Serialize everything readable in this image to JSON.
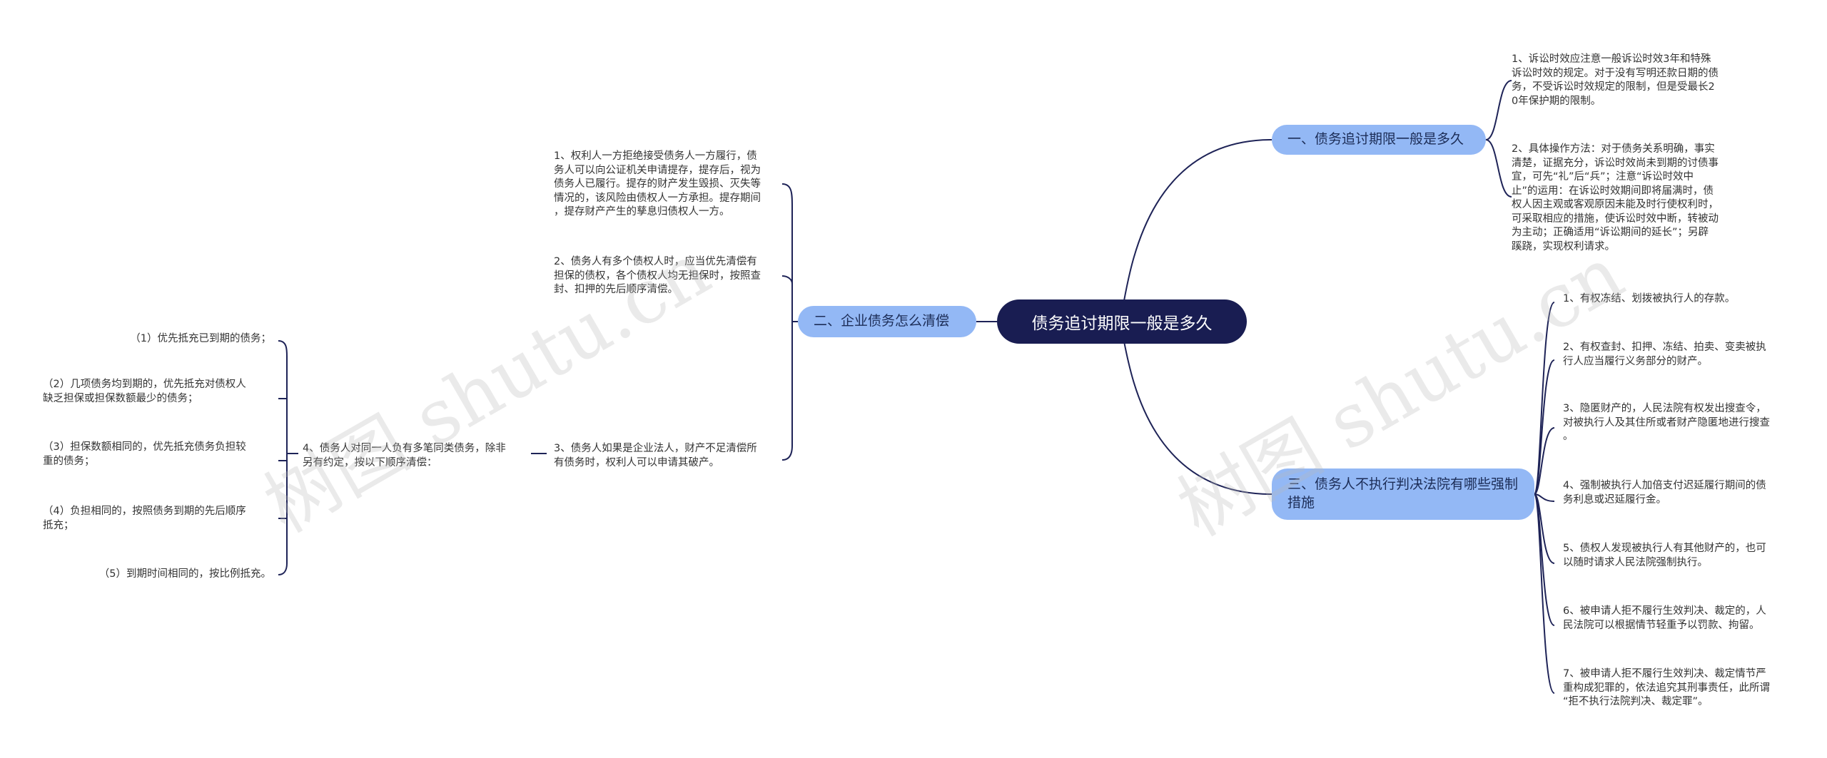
{
  "root": {
    "label": "债务追讨期限一般是多久"
  },
  "branches": {
    "b1": {
      "label": "一、债务追讨期限一般是多久"
    },
    "b2": {
      "label": "二、企业债务怎么清偿"
    },
    "b3": {
      "label": "三、债务人不执行判决法院有哪些强制措施"
    }
  },
  "leaves": {
    "b1_1": "1、诉讼时效应注意一般诉讼时效3年和特殊\n诉讼时效的规定。对于没有写明还款日期的债\n务，不受诉讼时效规定的限制，但是受最长2\n0年保护期的限制。",
    "b1_2": "2、具体操作方法：对于债务关系明确，事实\n清楚，证据充分，诉讼时效尚未到期的讨债事\n宜，可先“礼”后“兵”；注意“诉讼时效中\n止”的运用：在诉讼时效期间即将届满时，债\n权人因主观或客观原因未能及时行使权利时，\n可采取相应的措施，使诉讼时效中断，转被动\n为主动；正确适用“诉讼期间的延长”；另辟\n蹊跷，实现权利请求。",
    "b2_1": "1、权利人一方拒绝接受债务人一方履行，债\n务人可以向公证机关申请提存，提存后，视为\n债务人已履行。提存的财产发生毁损、灭失等\n情况的，该风险由债权人一方承担。提存期间\n，提存财产产生的孳息归债权人一方。",
    "b2_2": "2、债务人有多个债权人时，应当优先清偿有\n担保的债权，各个债权人均无担保时，按照查\n封、扣押的先后顺序清偿。",
    "b2_3": "3、债务人如果是企业法人，财产不足清偿所\n有债务时，权利人可以申请其破产。",
    "b2_4": "4、债务人对同一人负有多笔同类债务，除非\n另有约定，按以下顺序清偿：",
    "b2_4_1": "（1）优先抵充已到期的债务；",
    "b2_4_2": "（2）几项债务均到期的，优先抵充对债权人\n缺乏担保或担保数额最少的债务；",
    "b2_4_3": "（3）担保数额相同的，优先抵充债务负担较\n重的债务；",
    "b2_4_4": "（4）负担相同的，按照债务到期的先后顺序\n抵充；",
    "b2_4_5": "（5）到期时间相同的，按比例抵充。",
    "b3_1": "1、有权冻结、划拨被执行人的存款。",
    "b3_2": "2、有权查封、扣押、冻结、拍卖、变卖被执\n行人应当履行义务部分的财产。",
    "b3_3": "3、隐匿财产的，人民法院有权发出搜查令，\n对被执行人及其住所或者财产隐匿地进行搜查\n。",
    "b3_4": "4、强制被执行人加倍支付迟延履行期间的债\n务利息或迟延履行金。",
    "b3_5": "5、债权人发现被执行人有其他财产的，也可\n以随时请求人民法院强制执行。",
    "b3_6": "6、被申请人拒不履行生效判决、裁定的，人\n民法院可以根据情节轻重予以罚款、拘留。",
    "b3_7": "7、被申请人拒不履行生效判决、裁定情节严\n重构成犯罪的，依法追究其刑事责任，此所谓\n“拒不执行法院判决、裁定罪”。"
  },
  "watermark": {
    "text": "树图 shutu.cn"
  },
  "colors": {
    "root_bg": "#191d52",
    "branch_bg": "#93b8f5",
    "line": "#1e2357"
  }
}
